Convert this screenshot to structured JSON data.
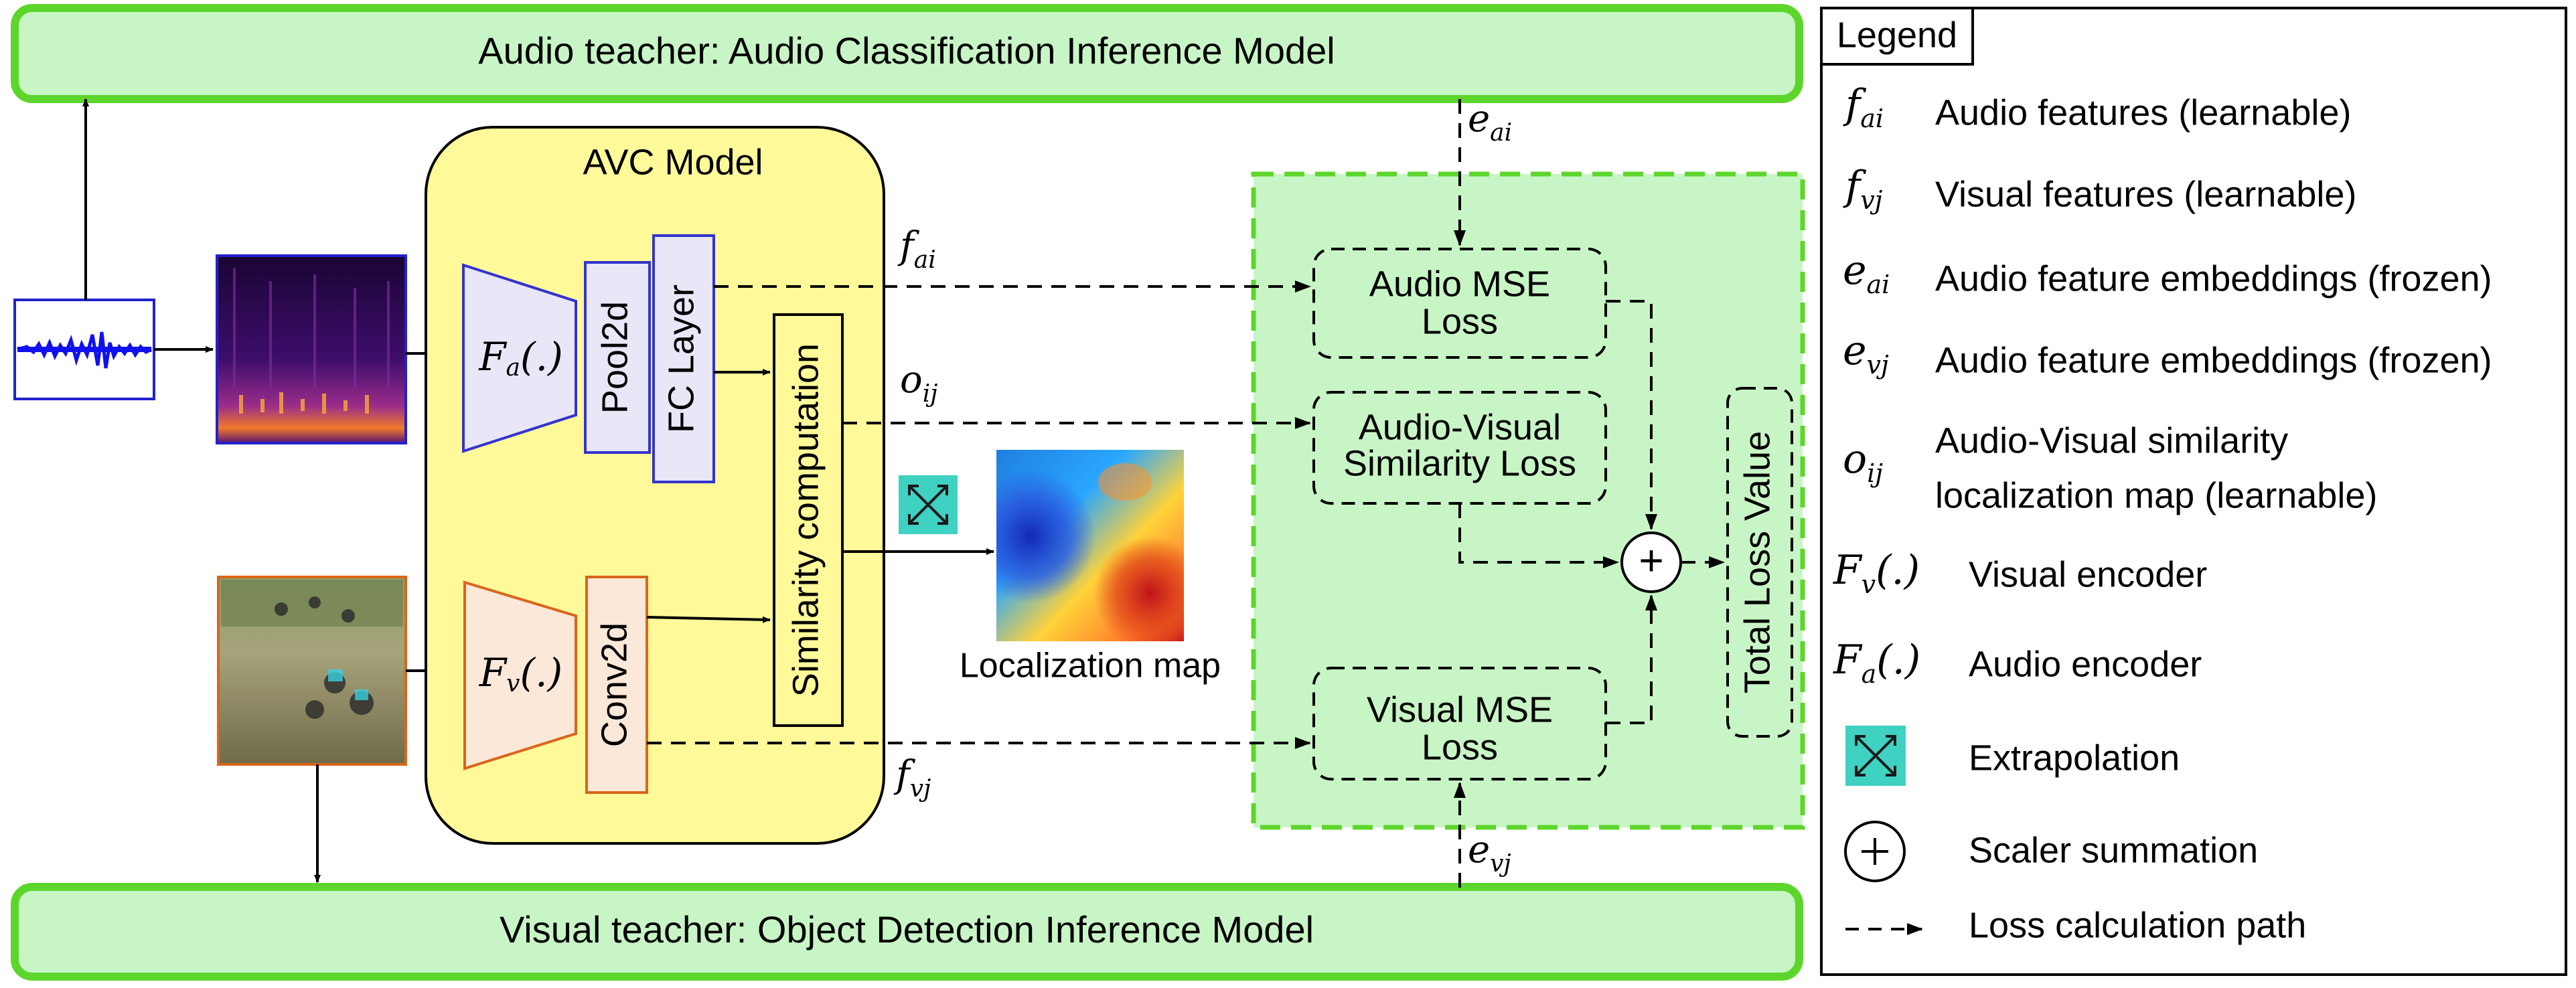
{
  "teachers": {
    "audio": "Audio teacher: Audio Classification Inference Model",
    "visual": "Visual teacher: Object Detection Inference Model"
  },
  "avc": {
    "title": "AVC Model",
    "audio_encoder": "F",
    "audio_encoder_sub": "a",
    "audio_encoder_args": "(.)",
    "visual_encoder": "F",
    "visual_encoder_sub": "v",
    "visual_encoder_args": "(.)",
    "pool": "Pool2d",
    "fc": "FC Layer",
    "conv": "Conv2d",
    "similarity": "Similarity computation"
  },
  "signals": {
    "f": "f",
    "ai": "ai",
    "vj": "vj",
    "o": "o",
    "ij": "ij",
    "e": "e"
  },
  "localization_label": "Localization map",
  "loss": {
    "audio_mse": [
      "Audio MSE",
      "Loss"
    ],
    "av_sim": [
      "Audio-Visual",
      "Similarity Loss"
    ],
    "visual_mse": [
      "Visual MSE",
      "Loss"
    ],
    "total": "Total Loss Value",
    "plus": "+"
  },
  "legend": {
    "title": "Legend",
    "items": [
      {
        "sym": "f",
        "sub": "ai",
        "text": "Audio features (learnable)"
      },
      {
        "sym": "f",
        "sub": "vj",
        "text": "Visual features (learnable)"
      },
      {
        "sym": "e",
        "sub": "ai",
        "text": "Audio feature embeddings (frozen)"
      },
      {
        "sym": "e",
        "sub": "vj",
        "text": "Audio feature embeddings (frozen)"
      },
      {
        "sym": "o",
        "sub": "ij",
        "text": "Audio-Visual similarity",
        "text2": "localization map (learnable)"
      },
      {
        "sym": "F",
        "sub": "v",
        "args": "(.)",
        "text": "Visual encoder"
      },
      {
        "sym": "F",
        "sub": "a",
        "args": "(.)",
        "text": "Audio encoder"
      },
      {
        "icon": "extrapolation-icon",
        "text": "Extrapolation"
      },
      {
        "icon": "plus-circle-icon",
        "text": "Scaler summation"
      },
      {
        "icon": "dashed-arrow-icon",
        "text": "Loss calculation path"
      }
    ]
  },
  "colors": {
    "teacher_fill": "#c8f5c5",
    "teacher_stroke": "#5dd62c",
    "avc_fill": "#fff99a",
    "audio_block_fill": "#e8e6f7",
    "audio_block_stroke": "#3333cc",
    "visual_block_fill": "#fbe8d9",
    "visual_block_stroke": "#d9661a",
    "loss_region_fill": "#c8f5c5",
    "extrapolation": "#3fd1c2"
  }
}
